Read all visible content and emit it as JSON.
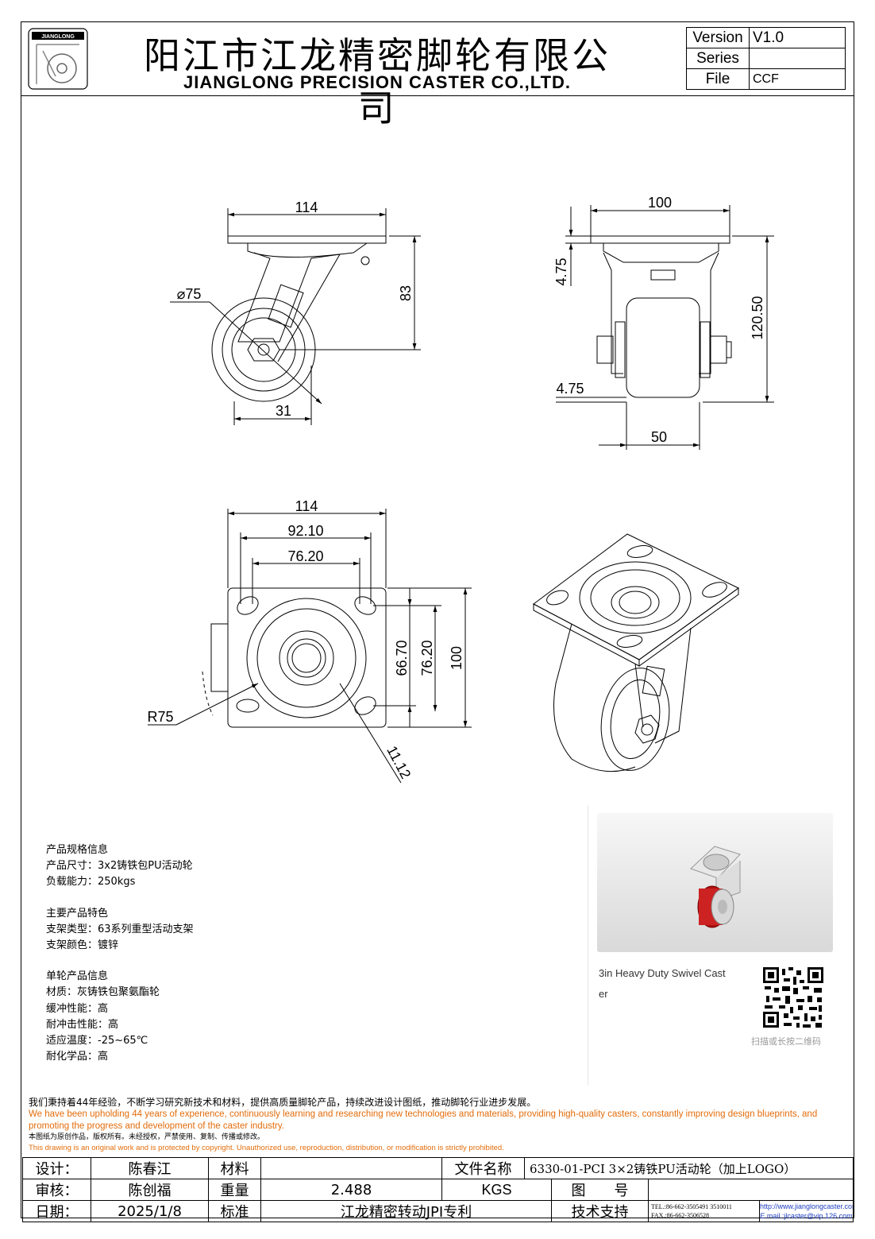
{
  "header": {
    "logo_text": "JIANGLONG",
    "company_cn": "阳江市江龙精密脚轮有限公司",
    "company_en": "JIANGLONG PRECISION CASTER CO.,LTD.",
    "version_label": "Version",
    "version_value": "V1.0",
    "series_label": "Series",
    "series_value": "",
    "file_label": "File",
    "file_value": "CCF"
  },
  "drawing": {
    "side_view": {
      "top_width": "114",
      "wheel_dia": "⌀75",
      "height": "83",
      "offset": "31"
    },
    "front_view": {
      "top_width": "100",
      "plate_thk": "4.75",
      "total_height": "120.50",
      "clearance": "4.75",
      "wheel_width": "50"
    },
    "top_view": {
      "plate_width": "114",
      "hole_span_outer": "92.10",
      "hole_span_inner": "76.20",
      "hole_span_v_inner": "66.70",
      "hole_span_v_outer": "76.20",
      "plate_height": "100",
      "swivel_radius": "R75",
      "slot_width": "11.12"
    }
  },
  "specs": {
    "section1_title": "产品规格信息",
    "size": "产品尺寸：3x2铸铁包PU活动轮",
    "load": "负载能力：250kgs",
    "section2_title": "主要产品特色",
    "bracket_type": "支架类型：63系列重型活动支架",
    "bracket_color": "支架颜色：镀锌",
    "section3_title": "单轮产品信息",
    "material": "材质：灰铸铁包聚氨酯轮",
    "cushion": "缓冲性能：高",
    "impact": "耐冲击性能：高",
    "temperature": "适应温度：-25~65℃",
    "chemical": "耐化学品：高"
  },
  "photo": {
    "caption": "3in Heavy Duty Swivel  Caster",
    "qr_caption": "扫描或长按二维码"
  },
  "notes": {
    "cn_intro": "我们秉持着44年经验，不断学习研究新技术和材料，提供高质量脚轮产品，持续改进设计图纸，推动脚轮行业进步发展。",
    "en_intro": "We have been upholding 44 years of experience, continuously learning and researching new technologies and materials, providing high-quality casters, constantly improving design blueprints, and promoting the progress and development of the caster industry.",
    "cn_copyright": "本图纸为原创作品，版权所有。未经授权，严禁使用、复制、传播或修改。",
    "en_copyright": "This drawing is an original work and is protected by copyright. Unauthorized use, reproduction, distribution, or modification is strictly prohibited."
  },
  "title_block": {
    "design_label": "设计：",
    "designer": "陈春江",
    "material_label": "材料",
    "material_value": "",
    "file_name_label": "文件名称",
    "file_name_value": "6330-01-PCI 3×2铸铁PU活动轮（加上LOGO）",
    "review_label": "审核：",
    "reviewer": "陈创福",
    "weight_label": "重量",
    "weight_value": "2.488",
    "weight_unit": "KGS",
    "drawing_no_label": "图　　号",
    "drawing_no_value": "",
    "date_label": "日期：",
    "date_value": "2025/1/8",
    "standard_label": "标准",
    "standard_value": "江龙精密转动JPI专利",
    "support_label": "技术支持",
    "tel": "TEL.:86-662-3505491 3510011",
    "fax": "FAX.:86-662-3506528",
    "website": "http://www.jianglongcaster.com",
    "email": "E.mail.:jlcaster@vip.126.com"
  }
}
